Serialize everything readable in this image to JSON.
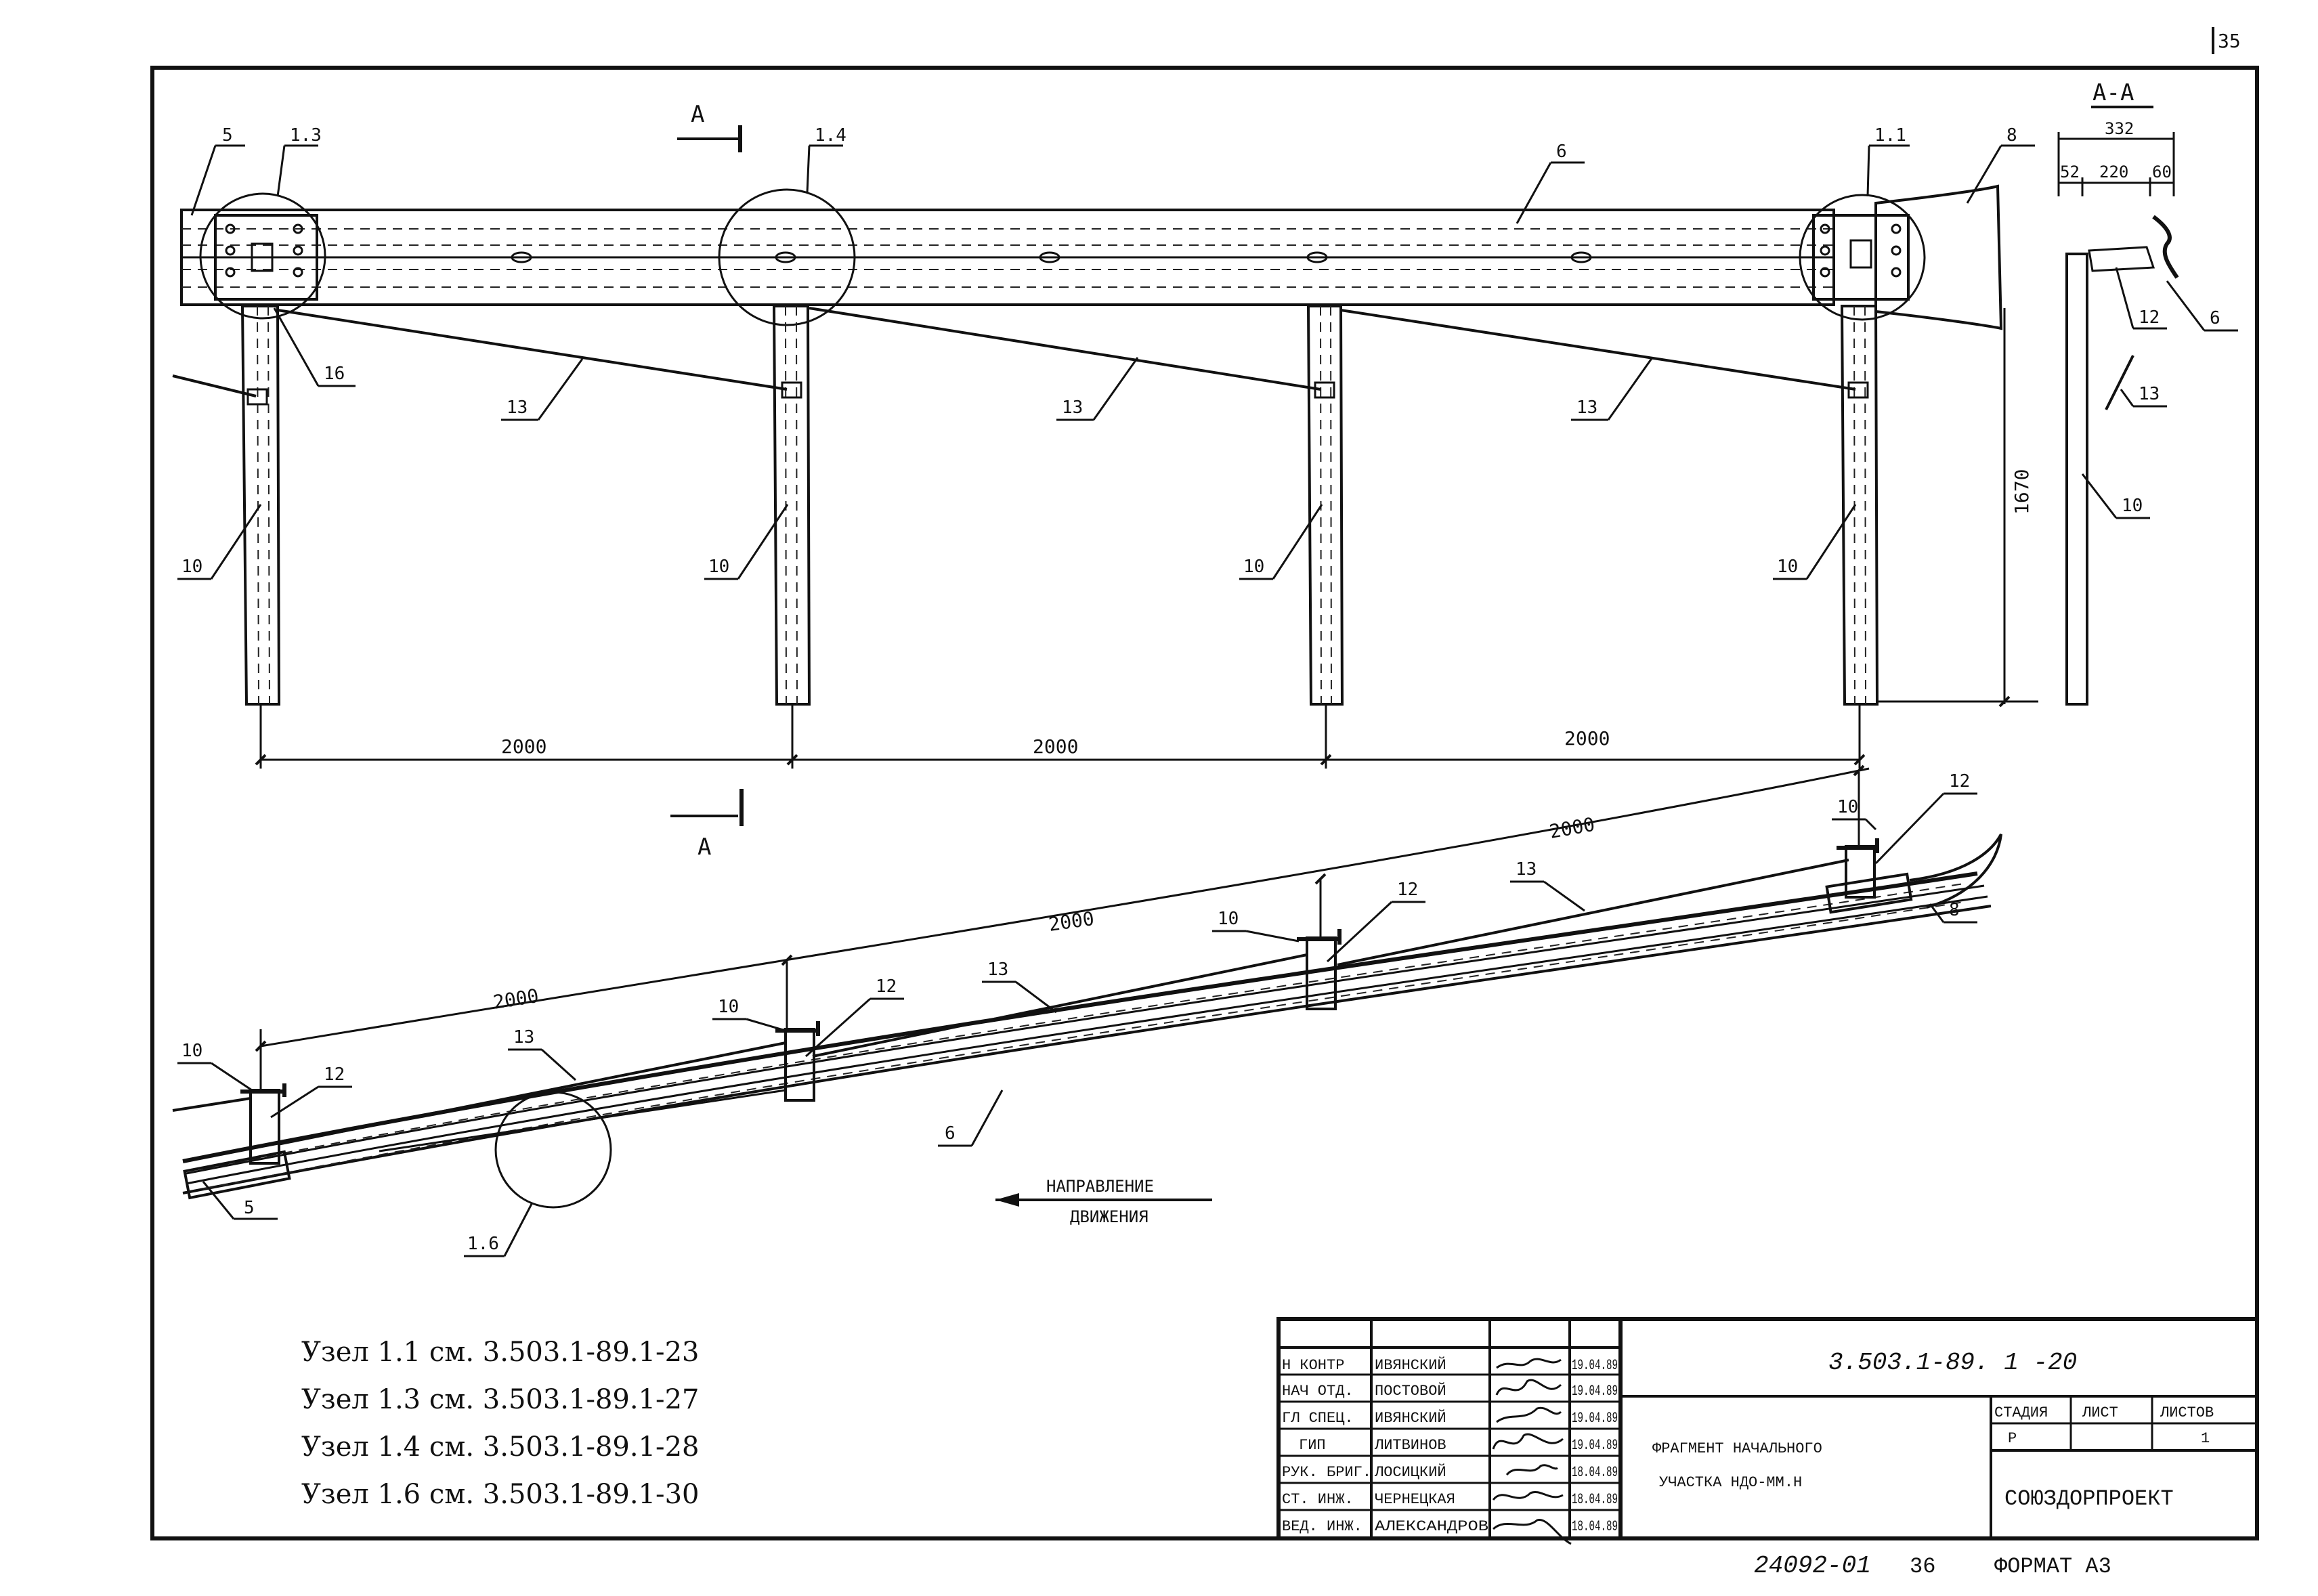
{
  "page_number": "35",
  "section_label": "А",
  "section_title": "А-А",
  "elevation": {
    "callouts": {
      "n5": "5",
      "n13a": "1.3",
      "n14": "1.4",
      "n6": "6",
      "n11": "1.1",
      "n8": "8",
      "n16": "16",
      "n13b": "13",
      "n13c": "13",
      "n13d": "13",
      "n10a": "10",
      "n10b": "10",
      "n10c": "10",
      "n10d": "10"
    },
    "dims": {
      "span1": "2000",
      "span2": "2000",
      "span3": "2000",
      "height": "1670"
    }
  },
  "section_view": {
    "dims": {
      "total": "332",
      "left": "52",
      "mid": "220",
      "right": "60"
    },
    "callouts": {
      "n12": "12",
      "n6": "6",
      "n13": "13",
      "n10": "10"
    }
  },
  "plan": {
    "dims": {
      "d1": "2000",
      "d2": "2000",
      "d3": "2000"
    },
    "callouts": {
      "n12a": "12",
      "n10a": "10",
      "n12b": "12",
      "n10b": "10",
      "n13a": "13",
      "n8": "8",
      "n10c": "10",
      "n12c": "12",
      "n13b": "13",
      "n10d": "10",
      "n12d": "12",
      "n13c": "13",
      "n6": "6",
      "n5": "5",
      "n16": "1.6"
    },
    "direction_line1": "НАПРАВЛЕНИЕ",
    "direction_line2": "ДВИЖЕНИЯ"
  },
  "node_notes": [
    "Узел 1.1 см. 3.503.1-89.1-23",
    "Узел 1.3 см. 3.503.1-89.1-27",
    "Узел 1.4 см. 3.503.1-89.1-28",
    "Узел 1.6 см. 3.503.1-89.1-30"
  ],
  "title_block": {
    "doc_code": "3.503.1-89. 1 -20",
    "roles": [
      "Н КОНТР",
      "НАЧ ОТД.",
      "ГЛ СПЕЦ.",
      "ГИП",
      "РУК. БРИГ.",
      "СТ. ИНЖ.",
      "ВЕД. ИНЖ."
    ],
    "names": [
      "ИВЯНСКИЙ",
      "ПОСТОВОЙ",
      "ИВЯНСКИЙ",
      "ЛИТВИНОВ",
      "ЛОСИЦКИЙ",
      "ЧЕРНЕЦКАЯ",
      "АЛЕКСАНДРОВ"
    ],
    "dates": [
      "19.04.89",
      "19.04.89",
      "19.04.89",
      "19.04.89",
      "18.04.89",
      "18.04.89",
      "18.04.89"
    ],
    "title_line1": "ФРАГМЕНТ НАЧАЛЬНОГО",
    "title_line2": "УЧАСТКА НДО-ММ.Н",
    "stage_header": "СТАДИЯ",
    "sheet_header": "ЛИСТ",
    "sheets_header": "ЛИСТОВ",
    "stage_value": "Р",
    "sheet_value": "",
    "sheets_value": "1",
    "organization": "СОЮЗДОРПРОЕКТ"
  },
  "footer": {
    "inv_number": "24092-01",
    "page": "36",
    "format": "ФОРМАТ А3"
  }
}
